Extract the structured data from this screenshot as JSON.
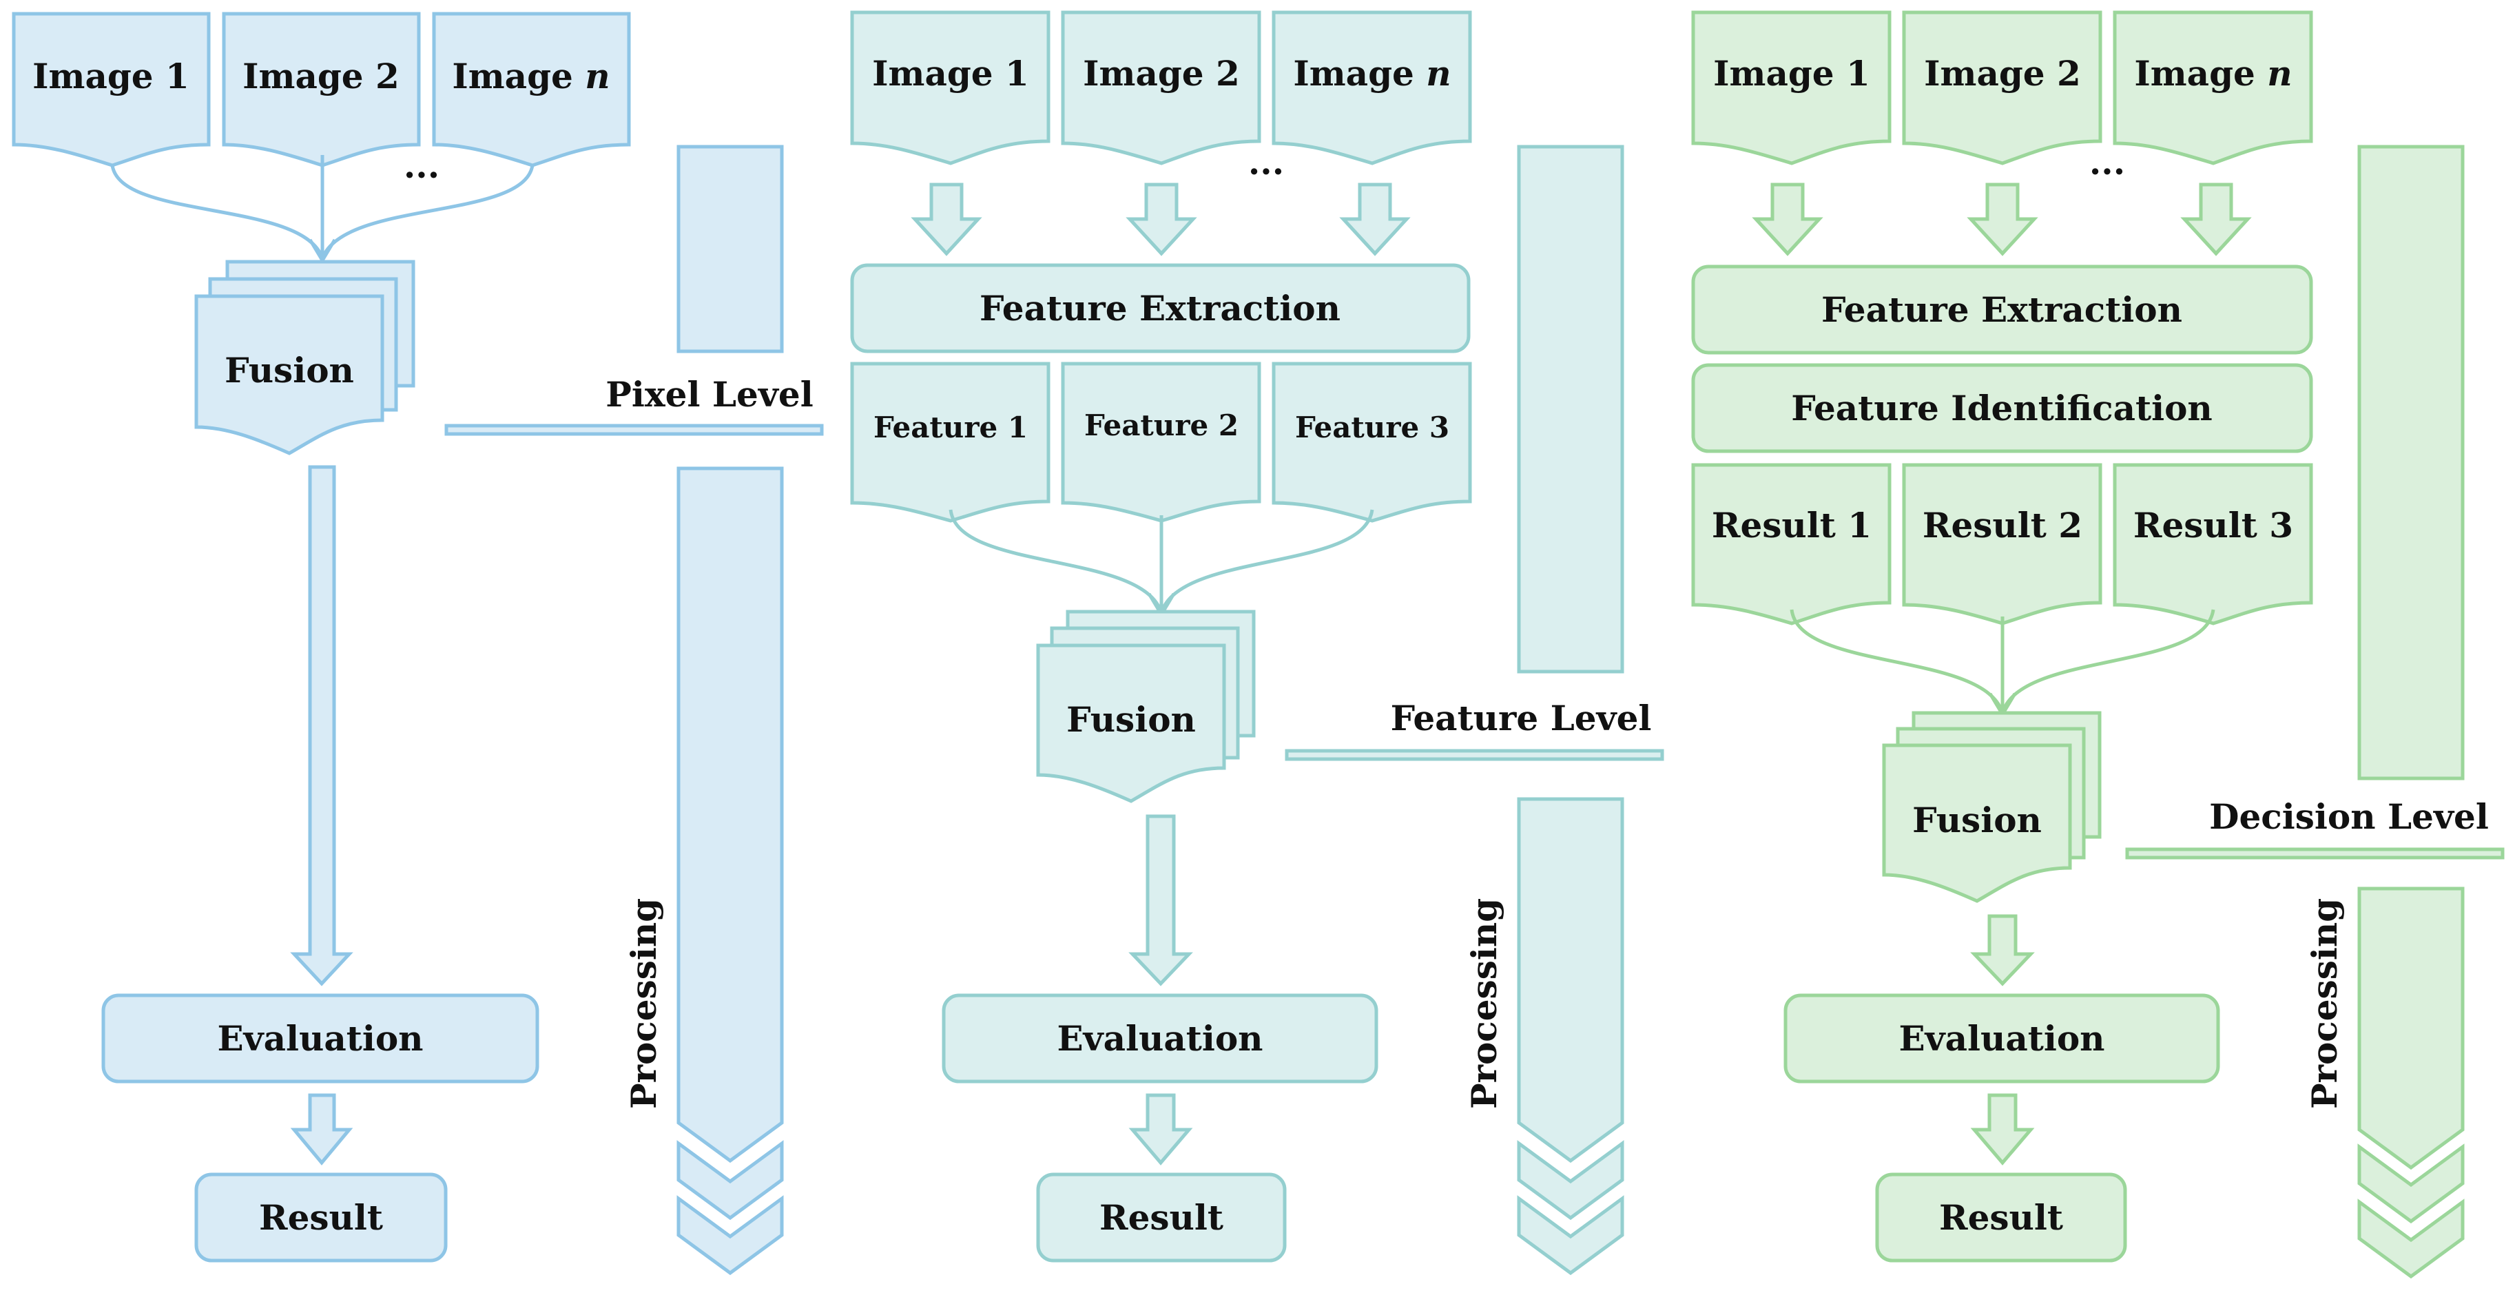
{
  "colors": {
    "pixel": {
      "fill": "#d9ebf6",
      "stroke": "#8ec5e6"
    },
    "feature": {
      "fill": "#dbefef",
      "stroke": "#94cfcf"
    },
    "decision": {
      "fill": "#dbf0dc",
      "stroke": "#9bd69a"
    },
    "text": "#111111"
  },
  "pixel_level": {
    "inputs": [
      {
        "word": "Image",
        "index": "1"
      },
      {
        "word": "Image",
        "index": "2"
      },
      {
        "word": "Image",
        "index": "n"
      }
    ],
    "ellipsis": "...",
    "fusion": "Fusion",
    "evaluation": "Evaluation",
    "result": "Result",
    "level_label": "Pixel Level",
    "processing_label": "Processing"
  },
  "feature_level": {
    "inputs": [
      {
        "word": "Image",
        "index": "1"
      },
      {
        "word": "Image",
        "index": "2"
      },
      {
        "word": "Image",
        "index": "n"
      }
    ],
    "ellipsis": "...",
    "extraction": "Feature Extraction",
    "features": [
      "Feature 1",
      "Feature 2",
      "Feature 3"
    ],
    "fusion": "Fusion",
    "evaluation": "Evaluation",
    "result": "Result",
    "level_label": "Feature Level",
    "processing_label": "Processing"
  },
  "decision_level": {
    "inputs": [
      {
        "word": "Image",
        "index": "1"
      },
      {
        "word": "Image",
        "index": "2"
      },
      {
        "word": "Image",
        "index": "n"
      }
    ],
    "ellipsis": "...",
    "extraction": "Feature Extraction",
    "identification": "Feature Identification",
    "results": [
      "Result 1",
      "Result 2",
      "Result 3"
    ],
    "fusion": "Fusion",
    "evaluation": "Evaluation",
    "result": "Result",
    "level_label": "Decision Level",
    "processing_label": "Processing"
  }
}
